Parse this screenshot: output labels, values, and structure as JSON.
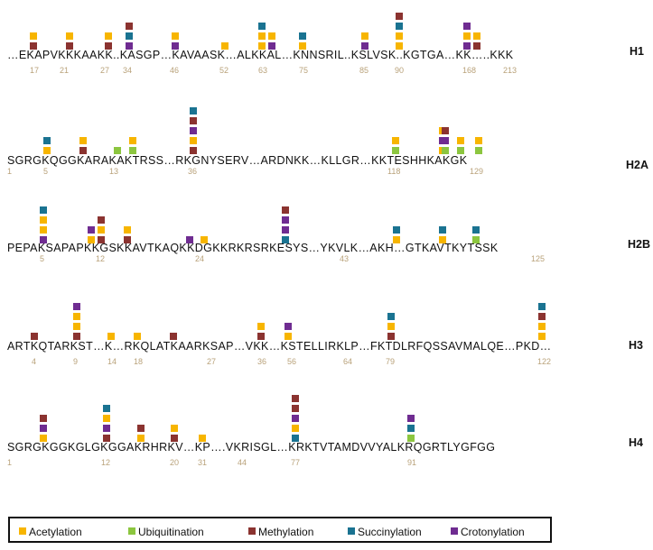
{
  "colors": {
    "acetylation": "#f7b500",
    "ubiquitination": "#8cc63f",
    "methylation": "#8b3330",
    "succinylation": "#1a7391",
    "crotonylation": "#6f2c91"
  },
  "legend": [
    {
      "key": "acetylation",
      "label": "Acetylation"
    },
    {
      "key": "ubiquitination",
      "label": "Ubiquitination"
    },
    {
      "key": "methylation",
      "label": "Methylation"
    },
    {
      "key": "succinylation",
      "label": "Succinylation"
    },
    {
      "key": "crotonylation",
      "label": "Crotonylation"
    }
  ],
  "histones": [
    {
      "name": "H1",
      "sequence": "…EKAPVKKKAAKK..KASGP…KAVAASK…ALKKAL…KNNSRIL..KSLVSK..KGTGA…KK…..KKK",
      "numbers": [
        "17",
        "21",
        "27",
        "34",
        "46",
        "52",
        "63",
        "75",
        "85",
        "90",
        "168",
        "213"
      ],
      "sites": [
        {
          "marks": [
            "acetylation",
            "methylation"
          ]
        },
        {
          "marks": [
            "acetylation",
            "methylation"
          ]
        },
        {
          "marks": [
            "acetylation",
            "methylation"
          ]
        },
        {
          "marks": [
            "methylation",
            "succinylation",
            "crotonylation"
          ]
        },
        {
          "marks": [
            "acetylation",
            "crotonylation"
          ]
        },
        {
          "marks": [
            "acetylation"
          ]
        },
        {
          "marks": [
            "succinylation",
            "acetylation",
            "acetylation"
          ]
        },
        {
          "marks": [
            "acetylation",
            "crotonylation"
          ]
        },
        {
          "marks": [
            "succinylation",
            "acetylation"
          ]
        },
        {
          "marks": [
            "acetylation",
            "crotonylation"
          ]
        },
        {
          "marks": [
            "methylation",
            "succinylation",
            "acetylation",
            "acetylation"
          ]
        },
        {
          "marks": [
            "crotonylation",
            "acetylation",
            "crotonylation"
          ]
        },
        {
          "marks": [
            "acetylation",
            "methylation"
          ]
        }
      ]
    },
    {
      "name": "H2A",
      "sequence": "SGRGKQGGKARAKAKTRSS…RKGNYSERV…ARDNKK…KLLGR…KKTESHHKAKGK",
      "numbers": [
        "1",
        "5",
        "13",
        "36",
        "118",
        "129"
      ],
      "sites": [
        {
          "marks": [
            "succinylation",
            "acetylation"
          ]
        },
        {
          "marks": [
            "acetylation",
            "methylation"
          ]
        },
        {
          "marks": [
            "ubiquitination"
          ]
        },
        {
          "marks": [
            "acetylation",
            "ubiquitination"
          ]
        },
        {
          "marks": [
            "succinylation",
            "methylation",
            "crotonylation",
            "acetylation",
            "methylation"
          ]
        },
        {
          "marks": [
            "acetylation",
            "crotonylation",
            "acetylation"
          ]
        },
        {
          "marks": [
            "acetylation",
            "ubiquitination"
          ]
        },
        {
          "marks": [
            "methylation",
            "crotonylation",
            "ubiquitination"
          ]
        },
        {
          "marks": [
            "acetylation",
            "ubiquitination"
          ]
        },
        {
          "marks": [
            "acetylation",
            "ubiquitination"
          ]
        }
      ]
    },
    {
      "name": "H2B",
      "sequence": "PEPAKSAPAPKKGSKKAVTKAQKKDGKKRKRSRKESYS…YKVLK…AKH…GTKAVTKYTSSK",
      "numbers": [
        "5",
        "12",
        "24",
        "43",
        "125"
      ],
      "sites": [
        {
          "marks": [
            "succinylation",
            "acetylation",
            "acetylation",
            "crotonylation"
          ]
        },
        {
          "marks": [
            "crotonylation",
            "acetylation"
          ]
        },
        {
          "marks": [
            "methylation",
            "acetylation",
            "methylation"
          ]
        },
        {
          "marks": [
            "acetylation",
            "methylation"
          ]
        },
        {
          "marks": [
            "crotonylation"
          ]
        },
        {
          "marks": [
            "acetylation"
          ]
        },
        {
          "marks": [
            "methylation",
            "crotonylation",
            "crotonylation",
            "succinylation"
          ]
        },
        {
          "marks": [
            "succinylation",
            "acetylation"
          ]
        },
        {
          "marks": [
            "succinylation",
            "acetylation"
          ]
        },
        {
          "marks": [
            "succinylation",
            "ubiquitination"
          ]
        }
      ]
    },
    {
      "name": "H3",
      "sequence": "ARTKQTARKST…K…RKQLATKAARKSAP…VKK…KSTELLIRKLP…FKTDLRFQSSAVMALQE…PKD…",
      "numbers": [
        "4",
        "9",
        "14",
        "18",
        "27",
        "36",
        "56",
        "64",
        "79",
        "122"
      ],
      "sites": [
        {
          "marks": [
            "methylation"
          ]
        },
        {
          "marks": [
            "crotonylation",
            "acetylation",
            "acetylation",
            "methylation"
          ]
        },
        {
          "marks": [
            "acetylation"
          ]
        },
        {
          "marks": [
            "acetylation"
          ]
        },
        {
          "marks": [
            "methylation"
          ]
        },
        {
          "marks": [
            "acetylation",
            "methylation"
          ]
        },
        {
          "marks": [
            "crotonylation",
            "acetylation"
          ]
        },
        {
          "marks": [
            "succinylation",
            "acetylation",
            "methylation"
          ]
        },
        {
          "marks": [
            "succinylation",
            "methylation",
            "acetylation",
            "acetylation"
          ]
        }
      ]
    },
    {
      "name": "H4",
      "sequence": "SGRGKGGKGLGKGGAKRHRKV…KP….VKRISGL…KRKTVTAMDVVYALKRQGRTLYGFGG",
      "numbers": [
        "1",
        "12",
        "20",
        "31",
        "44",
        "77",
        "91"
      ],
      "sites": [
        {
          "marks": [
            "methylation",
            "crotonylation",
            "acetylation"
          ]
        },
        {
          "marks": [
            "succinylation",
            "acetylation",
            "crotonylation",
            "methylation"
          ]
        },
        {
          "marks": [
            "methylation",
            "acetylation"
          ]
        },
        {
          "marks": [
            "acetylation",
            "methylation"
          ]
        },
        {
          "marks": [
            "acetylation"
          ]
        },
        {
          "marks": [
            "methylation",
            "methylation",
            "crotonylation",
            "acetylation",
            "succinylation"
          ]
        },
        {
          "marks": [
            "crotonylation",
            "succinylation",
            "ubiquitination"
          ]
        }
      ]
    }
  ]
}
